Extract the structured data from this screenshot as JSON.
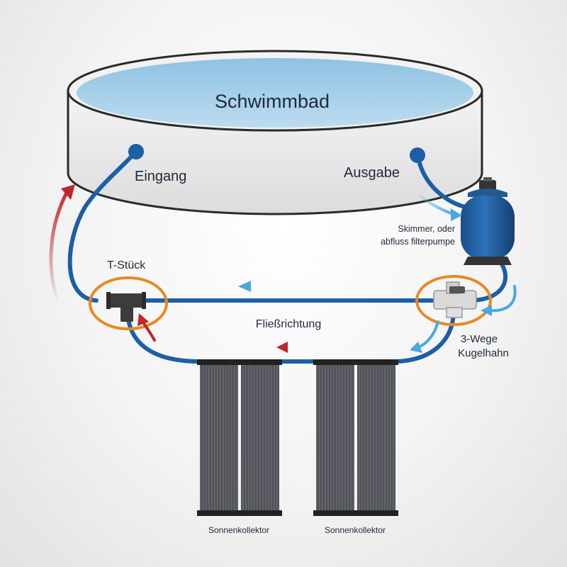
{
  "labels": {
    "pool": "Schwimmbad",
    "inlet": "Eingang",
    "outlet": "Ausgabe",
    "pump_line1": "Skimmer, oder",
    "pump_line2": "abfluss filterpumpe",
    "tee": "T-Stück",
    "flow": "Fließrichtung",
    "valve_line1": "3-Wege",
    "valve_line2": "Kugelhahn",
    "collector_left": "Sonnenkollektor",
    "collector_right": "Sonnenkollektor"
  },
  "colors": {
    "pipe": "#1d5fa6",
    "water": "#a9d1ea",
    "pool_wall": "#e6e6e6",
    "highlight_ring": "#e58a24",
    "cold_arrow": "#4aa8e0",
    "hot_arrow": "#c0262c",
    "pump_body": "#1f5d9e",
    "collector": "#5a5c63"
  }
}
